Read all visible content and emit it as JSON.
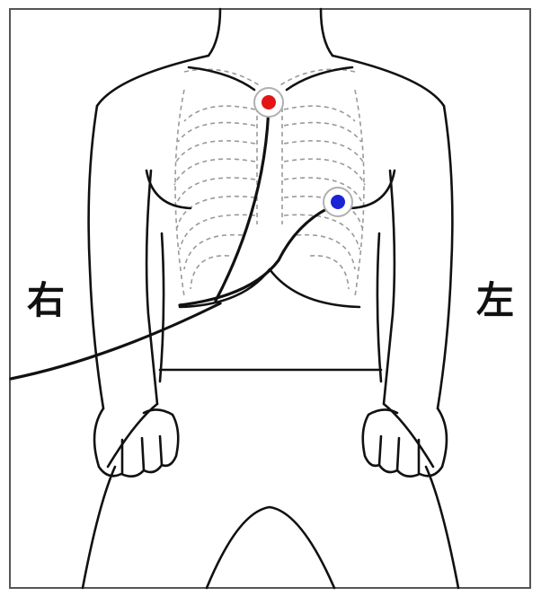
{
  "labels": {
    "right": "右",
    "left": "左"
  },
  "electrodes": [
    {
      "id": "electrode-upper",
      "color": "#e41414"
    },
    {
      "id": "electrode-lower",
      "color": "#1a24d6"
    }
  ],
  "colors": {
    "outline": "#111111",
    "ribs": "#9a9a9a",
    "border": "#555555",
    "ring": "#b0b0b0"
  }
}
